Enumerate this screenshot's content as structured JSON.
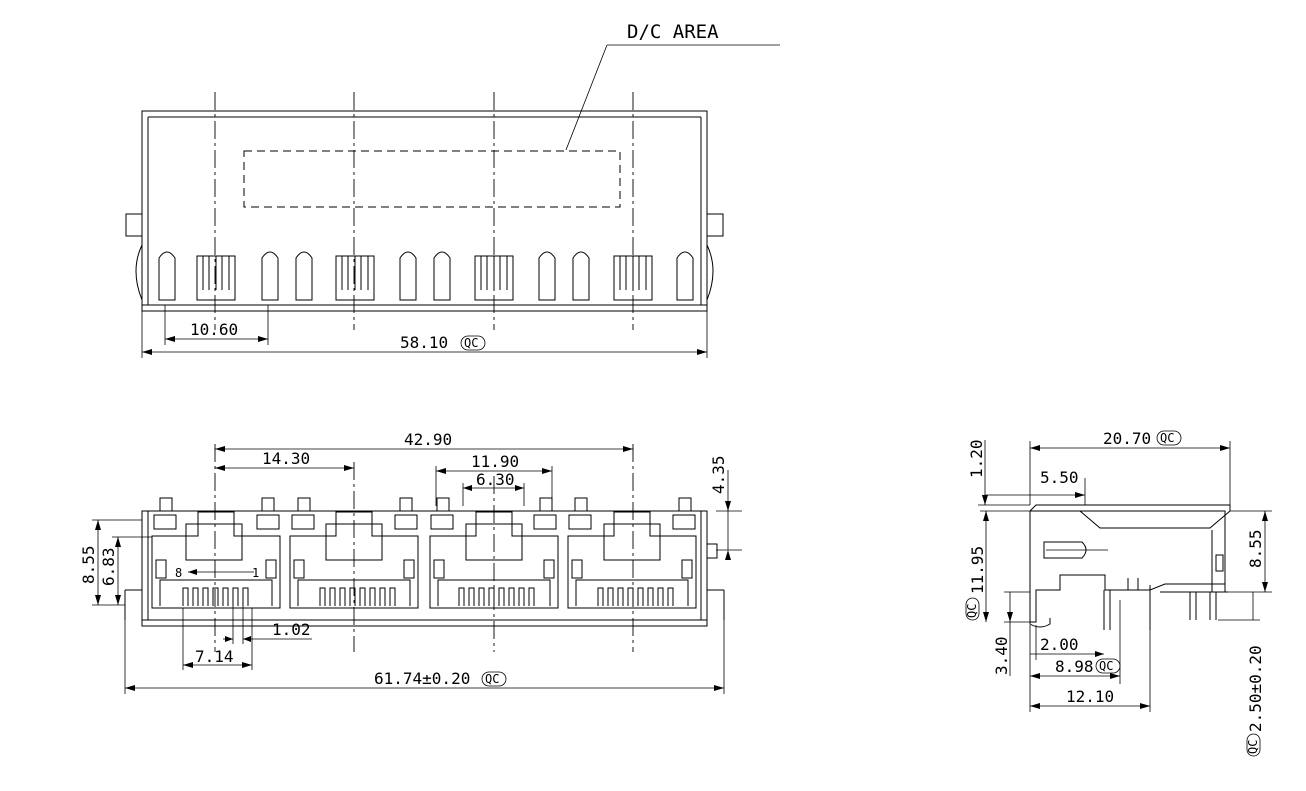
{
  "top_view": {
    "dc_area_label": "D/C   AREA",
    "dim_port_pitch": "10.60",
    "dim_body_width": "58.10"
  },
  "front_view": {
    "dim_outer_pitch": "42.90",
    "dim_ports_pitch": "14.30",
    "dim_led_pitch": "11.90",
    "dim_led_inner": "6.30",
    "dim_led_height": "4.35",
    "dim_height": "8.55",
    "dim_port_height": "6.83",
    "dim_pin_pitch": "1.02",
    "dim_pin_span": "7.14",
    "dim_total_width": "61.74±0.20",
    "pin_label_left": "8",
    "pin_label_right": "1"
  },
  "side_view": {
    "dim_depth": "20.70",
    "dim_top": "1.20",
    "dim_shield": "5.50",
    "dim_body": "11.95",
    "dim_height": "8.55",
    "dim_pin_offset": "3.40",
    "dim_pin_2": "2.00",
    "dim_pin_3": "8.98",
    "dim_foot": "12.10",
    "dim_pin_len": "2.50±0.20"
  },
  "qc_symbol": "QC"
}
